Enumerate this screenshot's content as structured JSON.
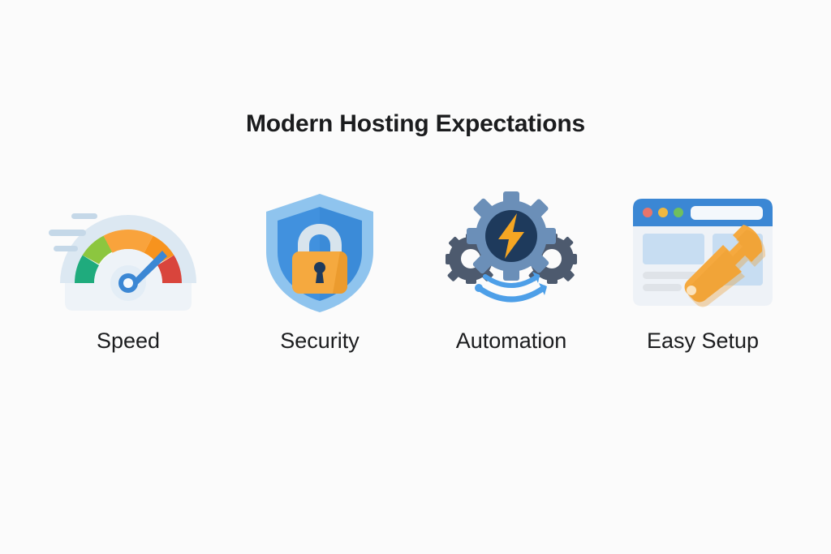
{
  "page": {
    "background_color": "#fbfbfb",
    "title": "Modern Hosting Expectations",
    "title_color": "#1b1c1e",
    "label_color": "#1b1c1e"
  },
  "cards": [
    {
      "id": "speed",
      "label": "Speed",
      "icon": "speedometer-icon",
      "colors": {
        "base": "#eef3f8",
        "arc_track": "#dce8f2",
        "segment_green_dark": "#1fab7d",
        "segment_green_light": "#8cc63f",
        "segment_orange_light": "#f9a33c",
        "segment_orange": "#f7931e",
        "segment_red": "#d9453c",
        "needle": "#3b87d4",
        "speed_lines": "#c5d8e8"
      }
    },
    {
      "id": "security",
      "label": "Security",
      "icon": "shield-lock-icon",
      "colors": {
        "shield_outer": "#8fc4ee",
        "shield_inner_left": "#3b8bd8",
        "shield_inner_right": "#3280cc",
        "padlock_body": "#f5a93f",
        "padlock_body_shade": "#eb9b2e",
        "padlock_shackle": "#d8e4ed",
        "keyhole": "#1e3a5c"
      }
    },
    {
      "id": "automation",
      "label": "Automation",
      "icon": "gears-lightning-icon",
      "colors": {
        "gear_main": "#6b8fb8",
        "gear_main_shade": "#5d82ab",
        "gear_small": "#4d5a6e",
        "gear_small_center": "#fbfbfb",
        "core_circle": "#1e3a5c",
        "lightning": "#f5a623",
        "arrows": "#4d9fe8"
      }
    },
    {
      "id": "easy-setup",
      "label": "Easy Setup",
      "icon": "browser-wrench-icon",
      "colors": {
        "titlebar": "#3b87d4",
        "window_body": "#eef2f7",
        "url_bar": "#f4f8fc",
        "dot_red": "#e8756b",
        "dot_yellow": "#f0b840",
        "dot_green": "#6fbf5e",
        "content_block": "#c7ddf2",
        "text_line": "#dfe3e8",
        "wrench": "#f5a93f",
        "wrench_shade": "#ea9a2c"
      }
    }
  ]
}
